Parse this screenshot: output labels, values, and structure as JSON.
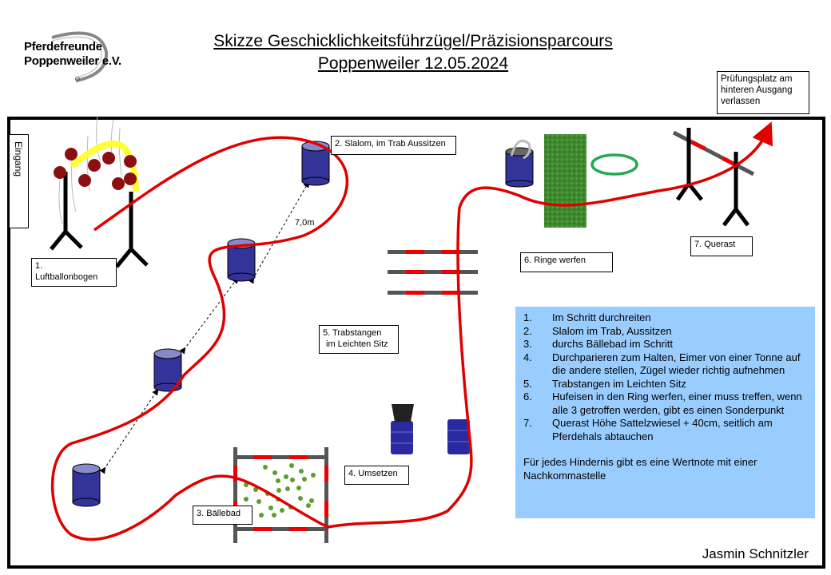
{
  "logo": {
    "line1": "Pferdefreunde",
    "line2": "Poppenweiler e.V."
  },
  "header": {
    "title": "Skizze Geschicklichkeitsführzügel/Präzisionsparcours",
    "subtitle": "Poppenweiler 12.05.2024"
  },
  "exit_note": "Prüfungsplatz am hinteren Ausgang verlassen",
  "entrance_label": "Eingang",
  "stations": {
    "s1": {
      "num": "1.",
      "name": "Luftballonbogen"
    },
    "s2": "2. Slalom,  im Trab Aussitzen",
    "s3": "3. Bällebad",
    "s4": "4. Umsetzen",
    "s5_line1": "5. Trabstangen",
    "s5_line2": "im Leichten Sitz",
    "s6": "6. Ringe werfen",
    "s7": "7. Querast"
  },
  "distance_label": "7,0m",
  "legend": {
    "items": [
      {
        "num": "1.",
        "text": "Im Schritt durchreiten"
      },
      {
        "num": "2.",
        "text": "Slalom im Trab, Aussitzen"
      },
      {
        "num": "3.",
        "text": "durchs Bällebad im Schritt"
      },
      {
        "num": "4.",
        "text": "Durchparieren zum Halten, Eimer von einer Tonne auf die andere stellen, Zügel wieder richtig aufnehmen"
      },
      {
        "num": "5.",
        "text": "Trabstangen im Leichten Sitz"
      },
      {
        "num": "6.",
        "text": "Hufeisen in den Ring werfen, einer muss treffen, wenn alle 3 getroffen werden, gibt es einen Sonderpunkt"
      },
      {
        "num": "7.",
        "text": "Querast Höhe Sattelzwiesel + 40cm, seitlich am Pferdehals abtauchen"
      }
    ],
    "note": "Für jedes Hindernis gibt es eine Wertnote mit einer Nachkommastelle"
  },
  "author": "Jasmin Schnitzler",
  "colors": {
    "route": "#e00000",
    "barrel": "#333399",
    "barrel_top": "#8888cc",
    "legend_bg": "#99ccff",
    "pole_grey": "#555555",
    "arch_yellow": "#ffff33",
    "balloon": "#8b0f0f",
    "ring": "#22aa55",
    "grass": "#3f8a2e"
  }
}
